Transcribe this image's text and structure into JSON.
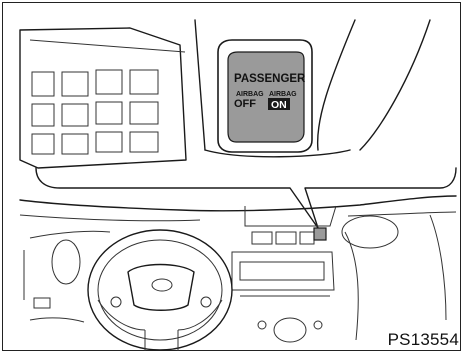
{
  "illustration": {
    "panel": {
      "heading": "PASSENGER",
      "left_small": "AIRBAG",
      "left_big": "OFF",
      "right_small": "AIRBAG",
      "right_big": "ON"
    },
    "figure_code": "PS13554"
  },
  "colors": {
    "panel_fill": "#9a9a9a",
    "on_badge": "#1a1a1a",
    "on_text": "#ffffff",
    "linework": "#1a1a1a"
  },
  "icons": [
    "dashboard-drawing",
    "airbag-indicator-panel",
    "steering-wheel"
  ]
}
